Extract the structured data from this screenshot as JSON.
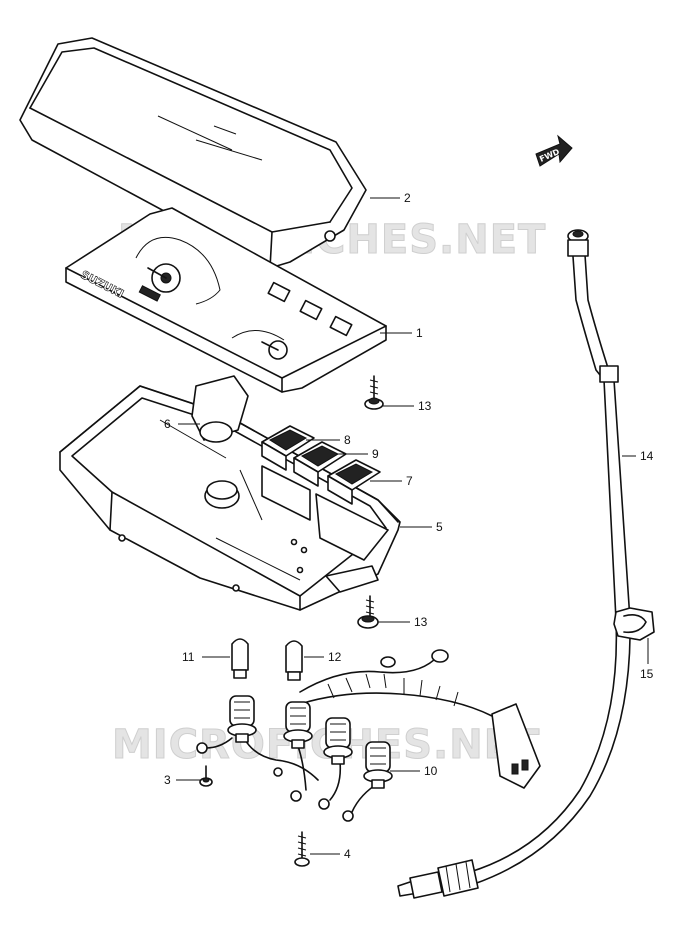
{
  "watermark": {
    "text": "MICROFICHES.NET"
  },
  "direction_badge": {
    "text": "FWD"
  },
  "brand_mark": {
    "text": "SUZUKI"
  },
  "callouts": {
    "c1": "1",
    "c2": "2",
    "c3": "3",
    "c4": "4",
    "c5": "5",
    "c6": "6",
    "c7": "7",
    "c8": "8",
    "c9": "9",
    "c10": "10",
    "c11": "11",
    "c12": "12",
    "c13a": "13",
    "c13b": "13",
    "c14": "14",
    "c15": "15"
  }
}
